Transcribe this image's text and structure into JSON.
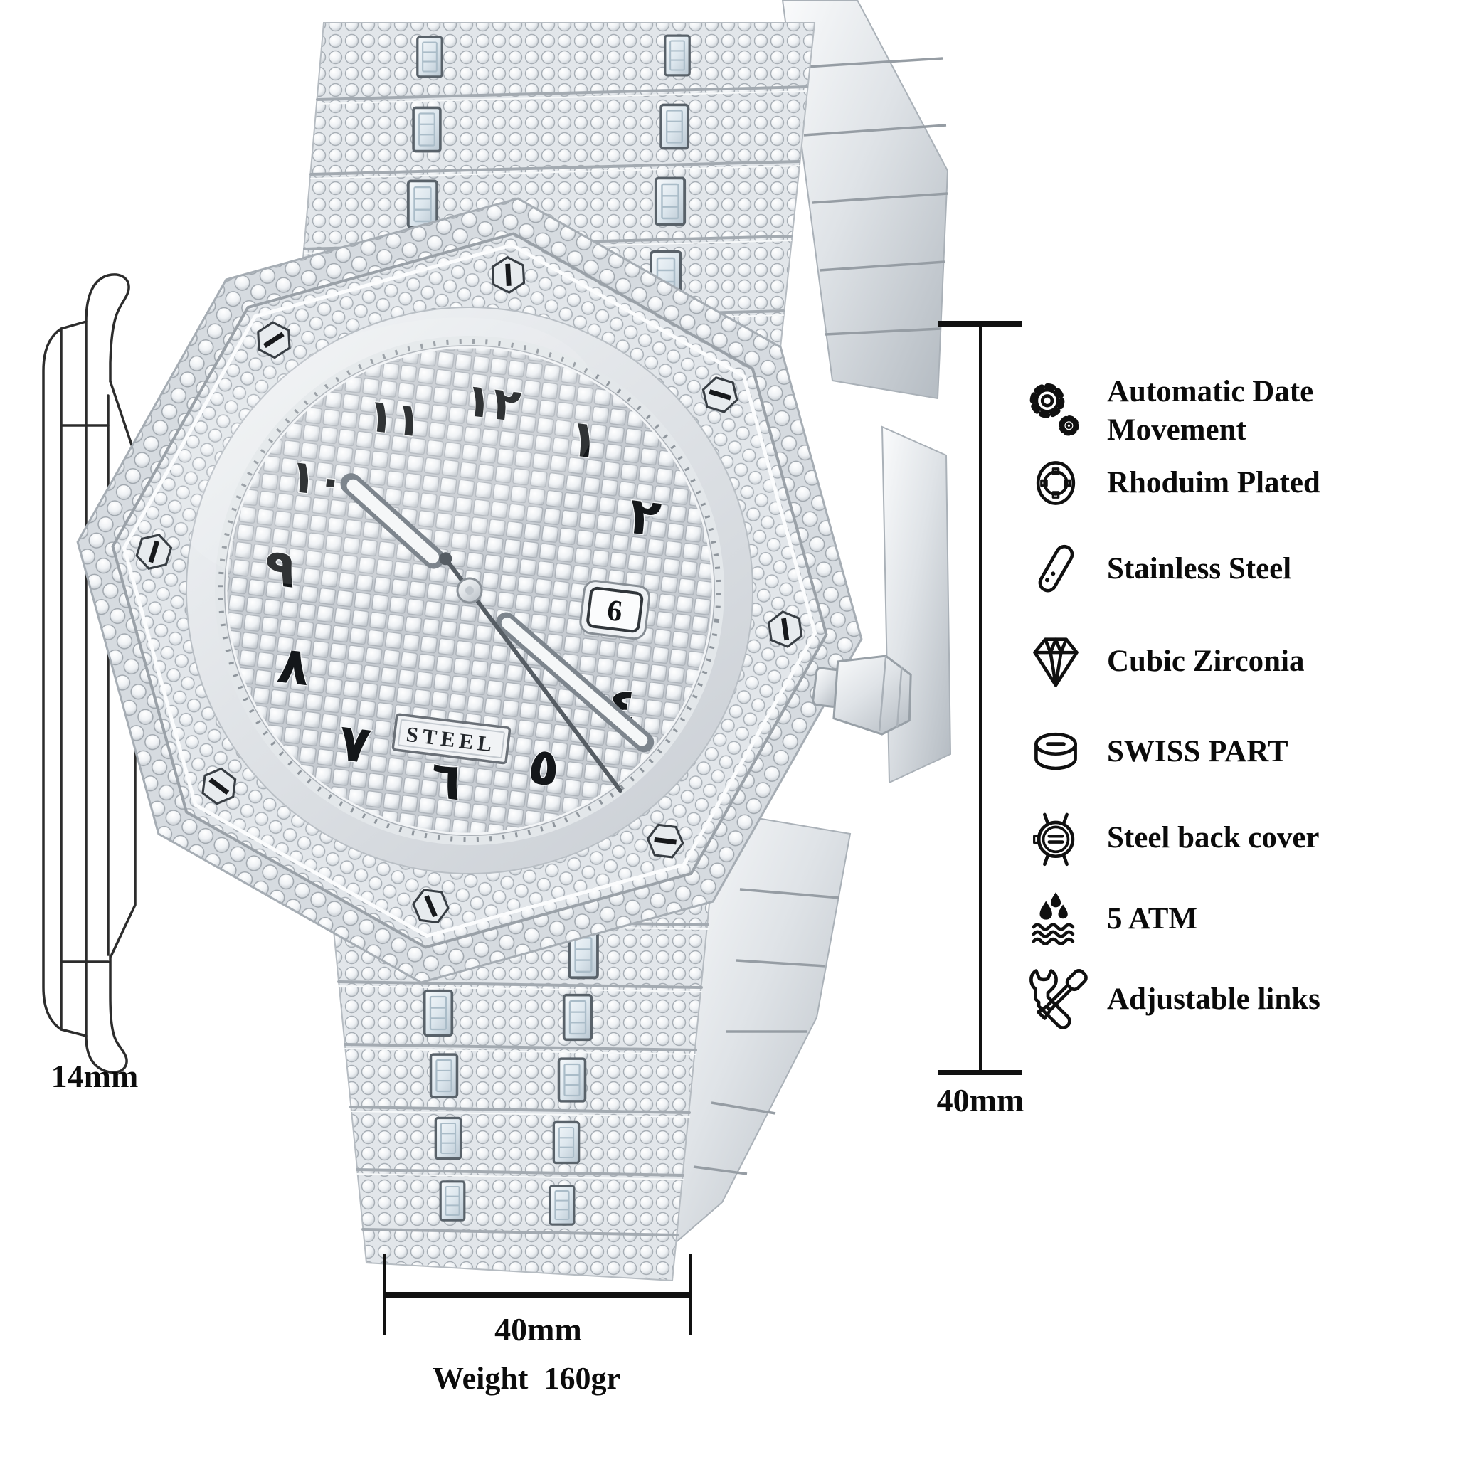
{
  "product": {
    "dial": {
      "brand_plate": "STEEL",
      "date_value": "6",
      "numerals": {
        "n12": "١٢",
        "n1": "١",
        "n2": "٢",
        "n4": "٤",
        "n5": "٥",
        "n6": "٦",
        "n7": "٧",
        "n8": "٨",
        "n9": "٩",
        "n10": "١٠",
        "n11": "١١"
      }
    }
  },
  "dimensions": {
    "thickness_label": "14mm",
    "height_label": "40mm",
    "width_label": "40mm",
    "weight_label": "Weight  160gr"
  },
  "features": [
    {
      "icon": "gears-icon",
      "label": "Automatic Date Movement"
    },
    {
      "icon": "bezel-ring-icon",
      "label": "Rhoduim Plated"
    },
    {
      "icon": "steel-link-icon",
      "label": "Stainless Steel"
    },
    {
      "icon": "diamond-icon",
      "label": "Cubic Zirconia"
    },
    {
      "icon": "puck-icon",
      "label": "SWISS PART"
    },
    {
      "icon": "caseback-icon",
      "label": "Steel back cover"
    },
    {
      "icon": "water-drops-icon",
      "label": "5 ATM"
    },
    {
      "icon": "tools-icon",
      "label": "Adjustable links"
    }
  ],
  "colors": {
    "background": "#ffffff",
    "ink": "#0c0c0c",
    "metal_light": "#f5f7f8",
    "metal_mid": "#d9dde1",
    "metal_dark": "#aab1b8"
  }
}
